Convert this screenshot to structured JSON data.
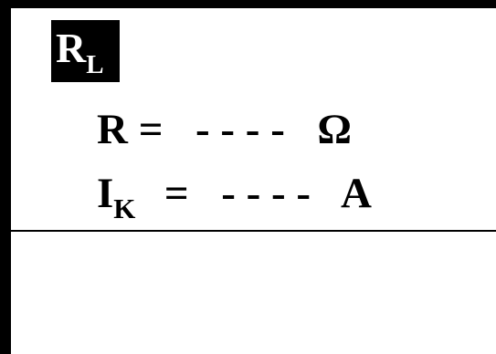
{
  "badge": {
    "main": "R",
    "sub": "L"
  },
  "resistance": {
    "symbol": "R",
    "equals": "=",
    "value": "- - - -",
    "unit": "Ω"
  },
  "current": {
    "symbol": "I",
    "sub": "K",
    "equals": "=",
    "value": "- - - -",
    "unit": "A"
  }
}
